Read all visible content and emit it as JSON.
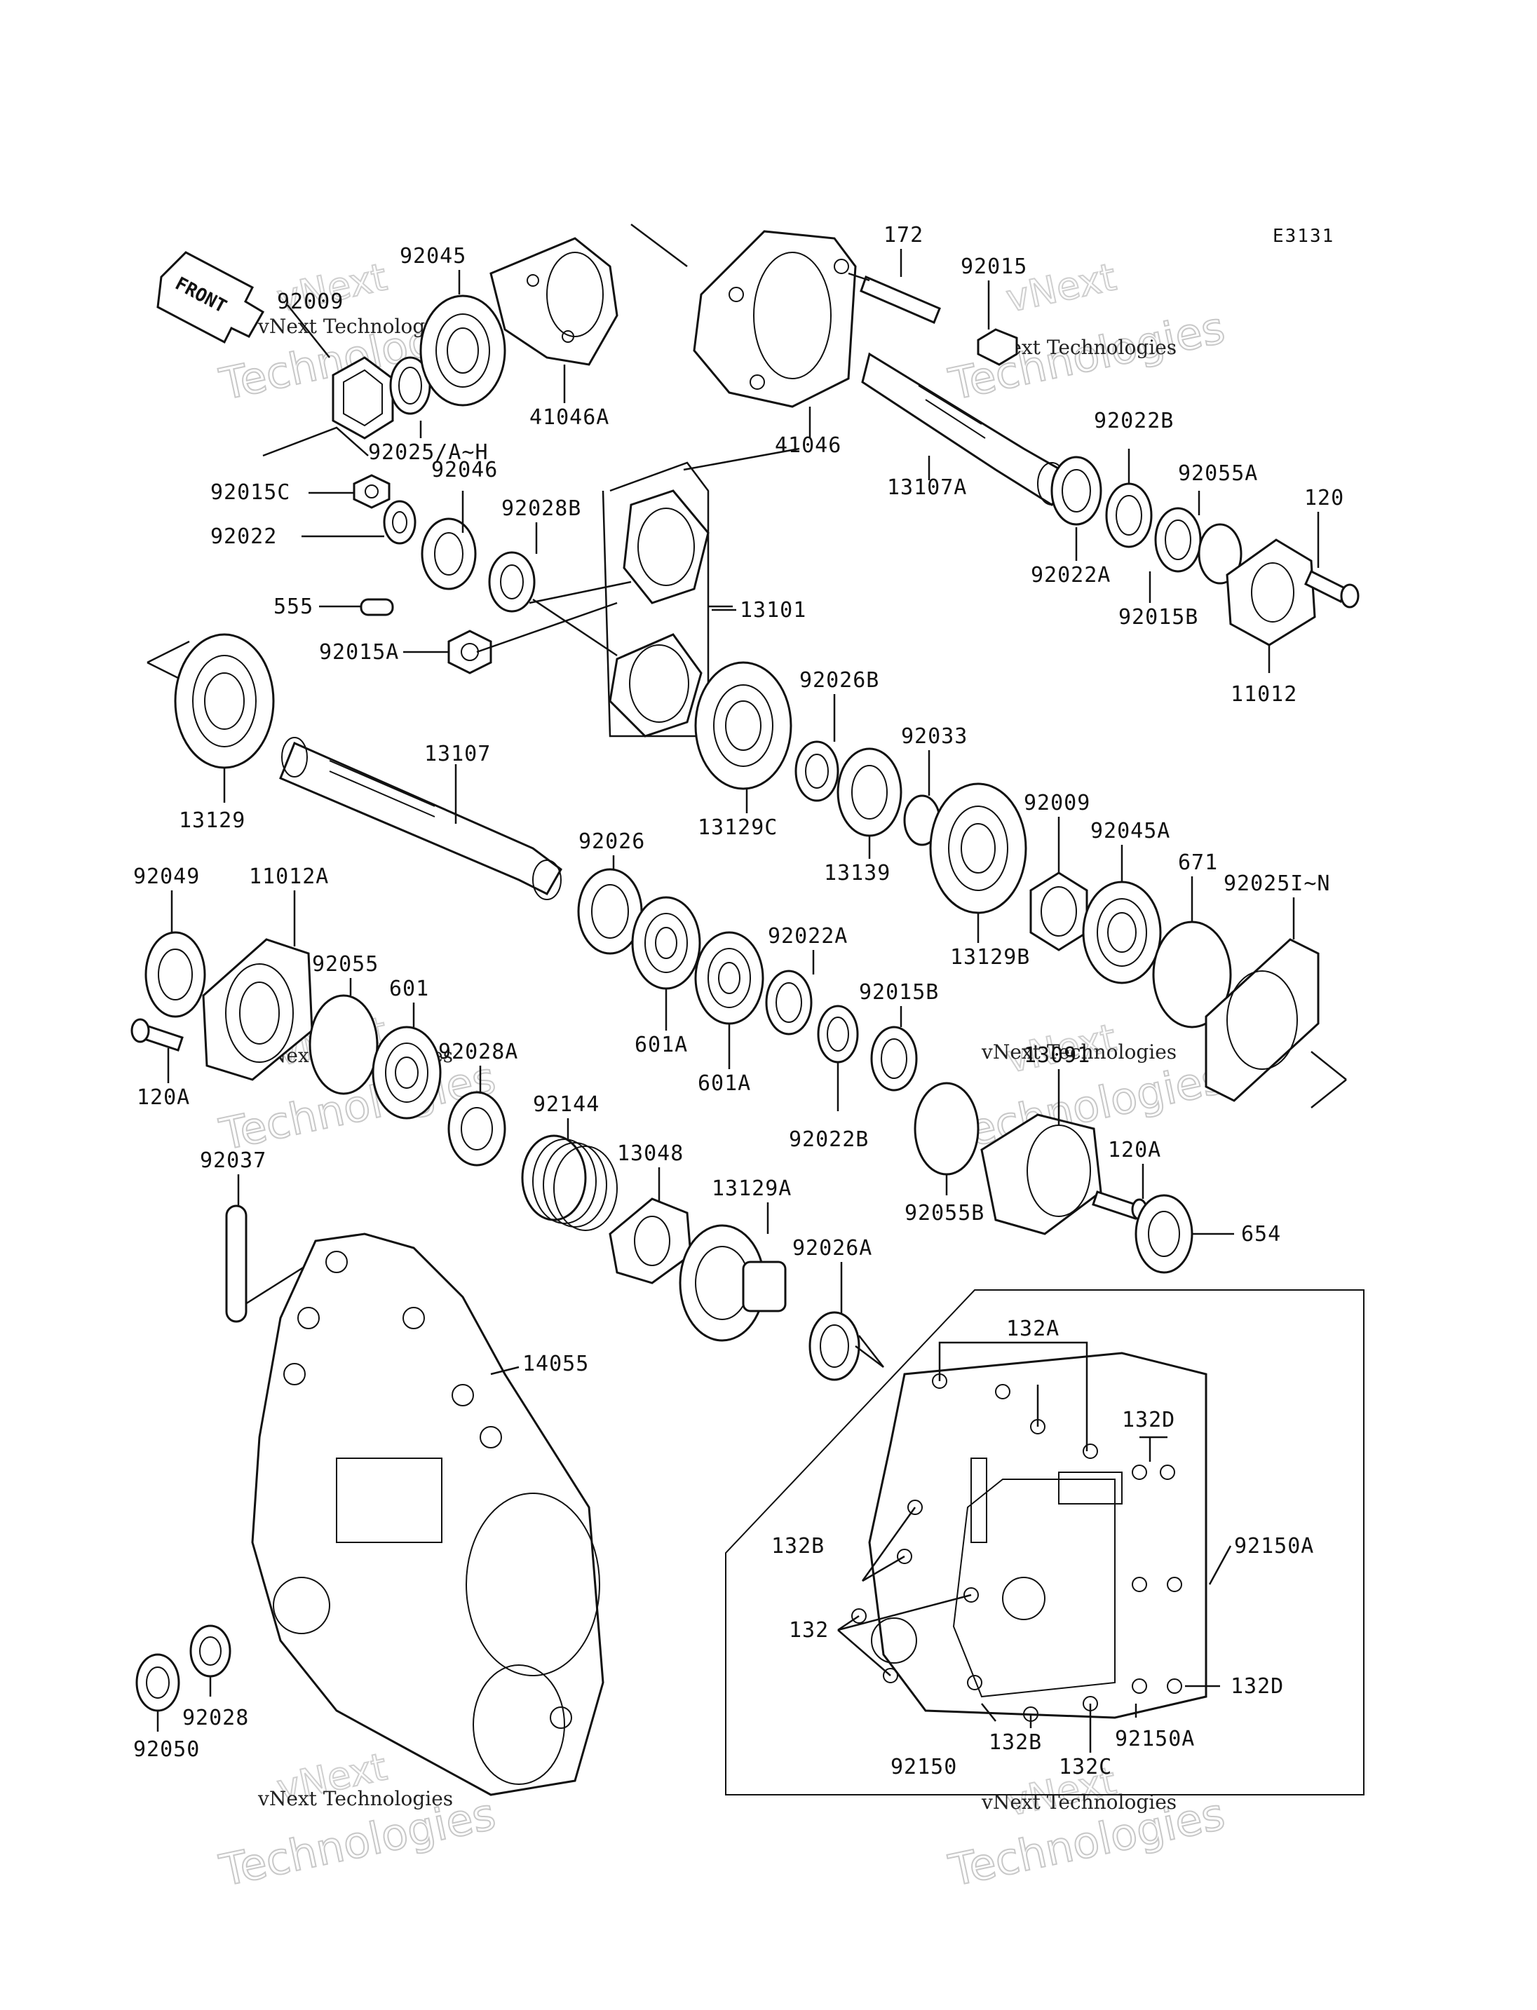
{
  "diagram_code": "E3131",
  "front_label": "FRONT",
  "watermarks": [
    {
      "line1": "vNext Technologies",
      "line2": "Technologies",
      "line3": "vNext"
    },
    {
      "line1": "vNext Technologies",
      "line2": "Technologies",
      "line3": "vNext"
    },
    {
      "line1": "vNext Technologies",
      "line2": "Technologies",
      "line3": "vNext"
    },
    {
      "line1": "vNext Technologies",
      "line2": "Technologies",
      "line3": "vNext"
    },
    {
      "line1": "vNext Technologies",
      "line2": "Technologies",
      "line3": "vNext"
    },
    {
      "line1": "vNext Technologies",
      "line2": "Technologies",
      "line3": "vNext"
    }
  ],
  "labels": {
    "l92045": "92045",
    "l92009a": "92009",
    "l41046A": "41046A",
    "l92025AH": "92025/A~H",
    "l92046": "92046",
    "l92015C": "92015C",
    "l92022": "92022",
    "l92028B": "92028B",
    "l555": "555",
    "l92015A": "92015A",
    "l41046": "41046",
    "l172": "172",
    "l92015": "92015",
    "l13107A": "13107A",
    "l92022B_top": "92022B",
    "l92055A": "92055A",
    "l120": "120",
    "l92022A_top": "92022A",
    "l92015B_top": "92015B",
    "l11012": "11012",
    "l13101": "13101",
    "l13129": "13129",
    "l13107": "13107",
    "l92026B": "92026B",
    "l92033": "92033",
    "l13129C": "13129C",
    "l13139": "13139",
    "l92009b": "92009",
    "l92045A": "92045A",
    "l671": "671",
    "l92025IN": "92025I~N",
    "l92049": "92049",
    "l11012A": "11012A",
    "l92055": "92055",
    "l601": "601",
    "l92026": "92026",
    "l601A_1": "601A",
    "l601A_2": "601A",
    "l92022A_mid": "92022A",
    "l92015B_mid": "92015B",
    "l13129B": "13129B",
    "l13091": "13091",
    "l120A_left": "120A",
    "l92028A": "92028A",
    "l92144": "92144",
    "l13048": "13048",
    "l92022B_mid": "92022B",
    "l120A_right": "120A",
    "l654": "654",
    "l92037": "92037",
    "l13129A": "13129A",
    "l92026A": "92026A",
    "l92055B": "92055B",
    "l14055": "14055",
    "l132A": "132A",
    "l132D_top": "132D",
    "l132B_left": "132B",
    "l92150A_top": "92150A",
    "l132": "132",
    "l132D_bot": "132D",
    "l132B_bot": "132B",
    "l92150A_bot": "92150A",
    "l92150": "92150",
    "l132C": "132C",
    "l92028": "92028",
    "l92050": "92050"
  }
}
